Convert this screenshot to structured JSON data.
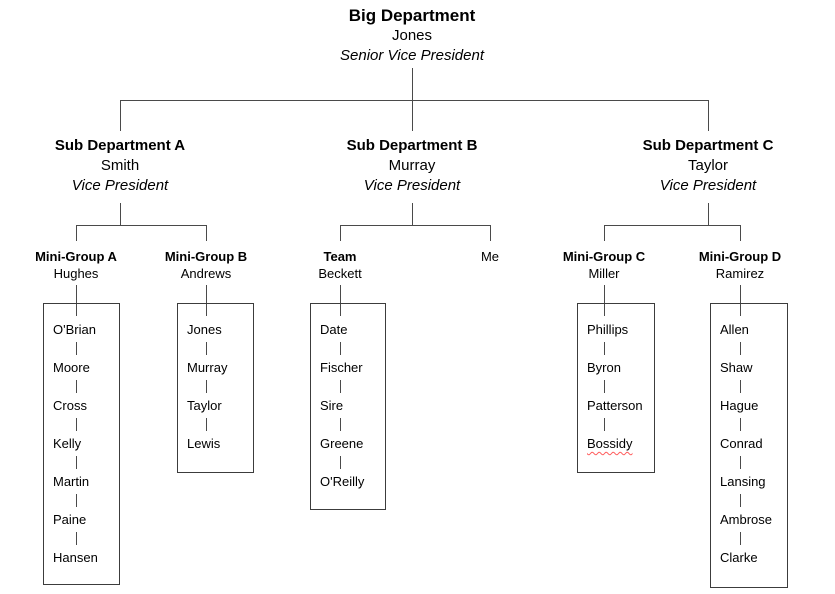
{
  "colors": {
    "background": "#ffffff",
    "text": "#000000",
    "connector_line": "#4a4a4a",
    "box_border": "#3c3c3c",
    "spellcheck_underline": "#ff5a5a"
  },
  "diagram": {
    "root": {
      "title": "Big Department",
      "manager": "Jones",
      "role": "Senior Vice President"
    },
    "departments": [
      {
        "title": "Sub Department A",
        "manager": "Smith",
        "role": "Vice President"
      },
      {
        "title": "Sub Department B",
        "manager": "Murray",
        "role": "Vice President"
      },
      {
        "title": "Sub Department C",
        "manager": "Taylor",
        "role": "Vice President"
      }
    ],
    "groups": [
      {
        "label": "Mini-Group A",
        "lead": "Hughes",
        "members": [
          "O'Brian",
          "Moore",
          "Cross",
          "Kelly",
          "Martin",
          "Paine",
          "Hansen"
        ]
      },
      {
        "label": "Mini-Group B",
        "lead": "Andrews",
        "members": [
          "Jones",
          "Murray",
          "Taylor",
          "Lewis"
        ]
      },
      {
        "label": "Team",
        "lead": "Beckett",
        "members": [
          "Date",
          "Fischer",
          "Sire",
          "Greene",
          "O'Reilly"
        ]
      },
      {
        "label": "Me",
        "lead": "",
        "members": []
      },
      {
        "label": "Mini-Group C",
        "lead": "Miller",
        "members": [
          "Phillips",
          "Byron",
          "Patterson",
          "Bossidy"
        ],
        "flagged_member": "Bossidy"
      },
      {
        "label": "Mini-Group D",
        "lead": "Ramirez",
        "members": [
          "Allen",
          "Shaw",
          "Hague",
          "Conrad",
          "Lansing",
          "Ambrose",
          "Clarke"
        ]
      }
    ]
  }
}
